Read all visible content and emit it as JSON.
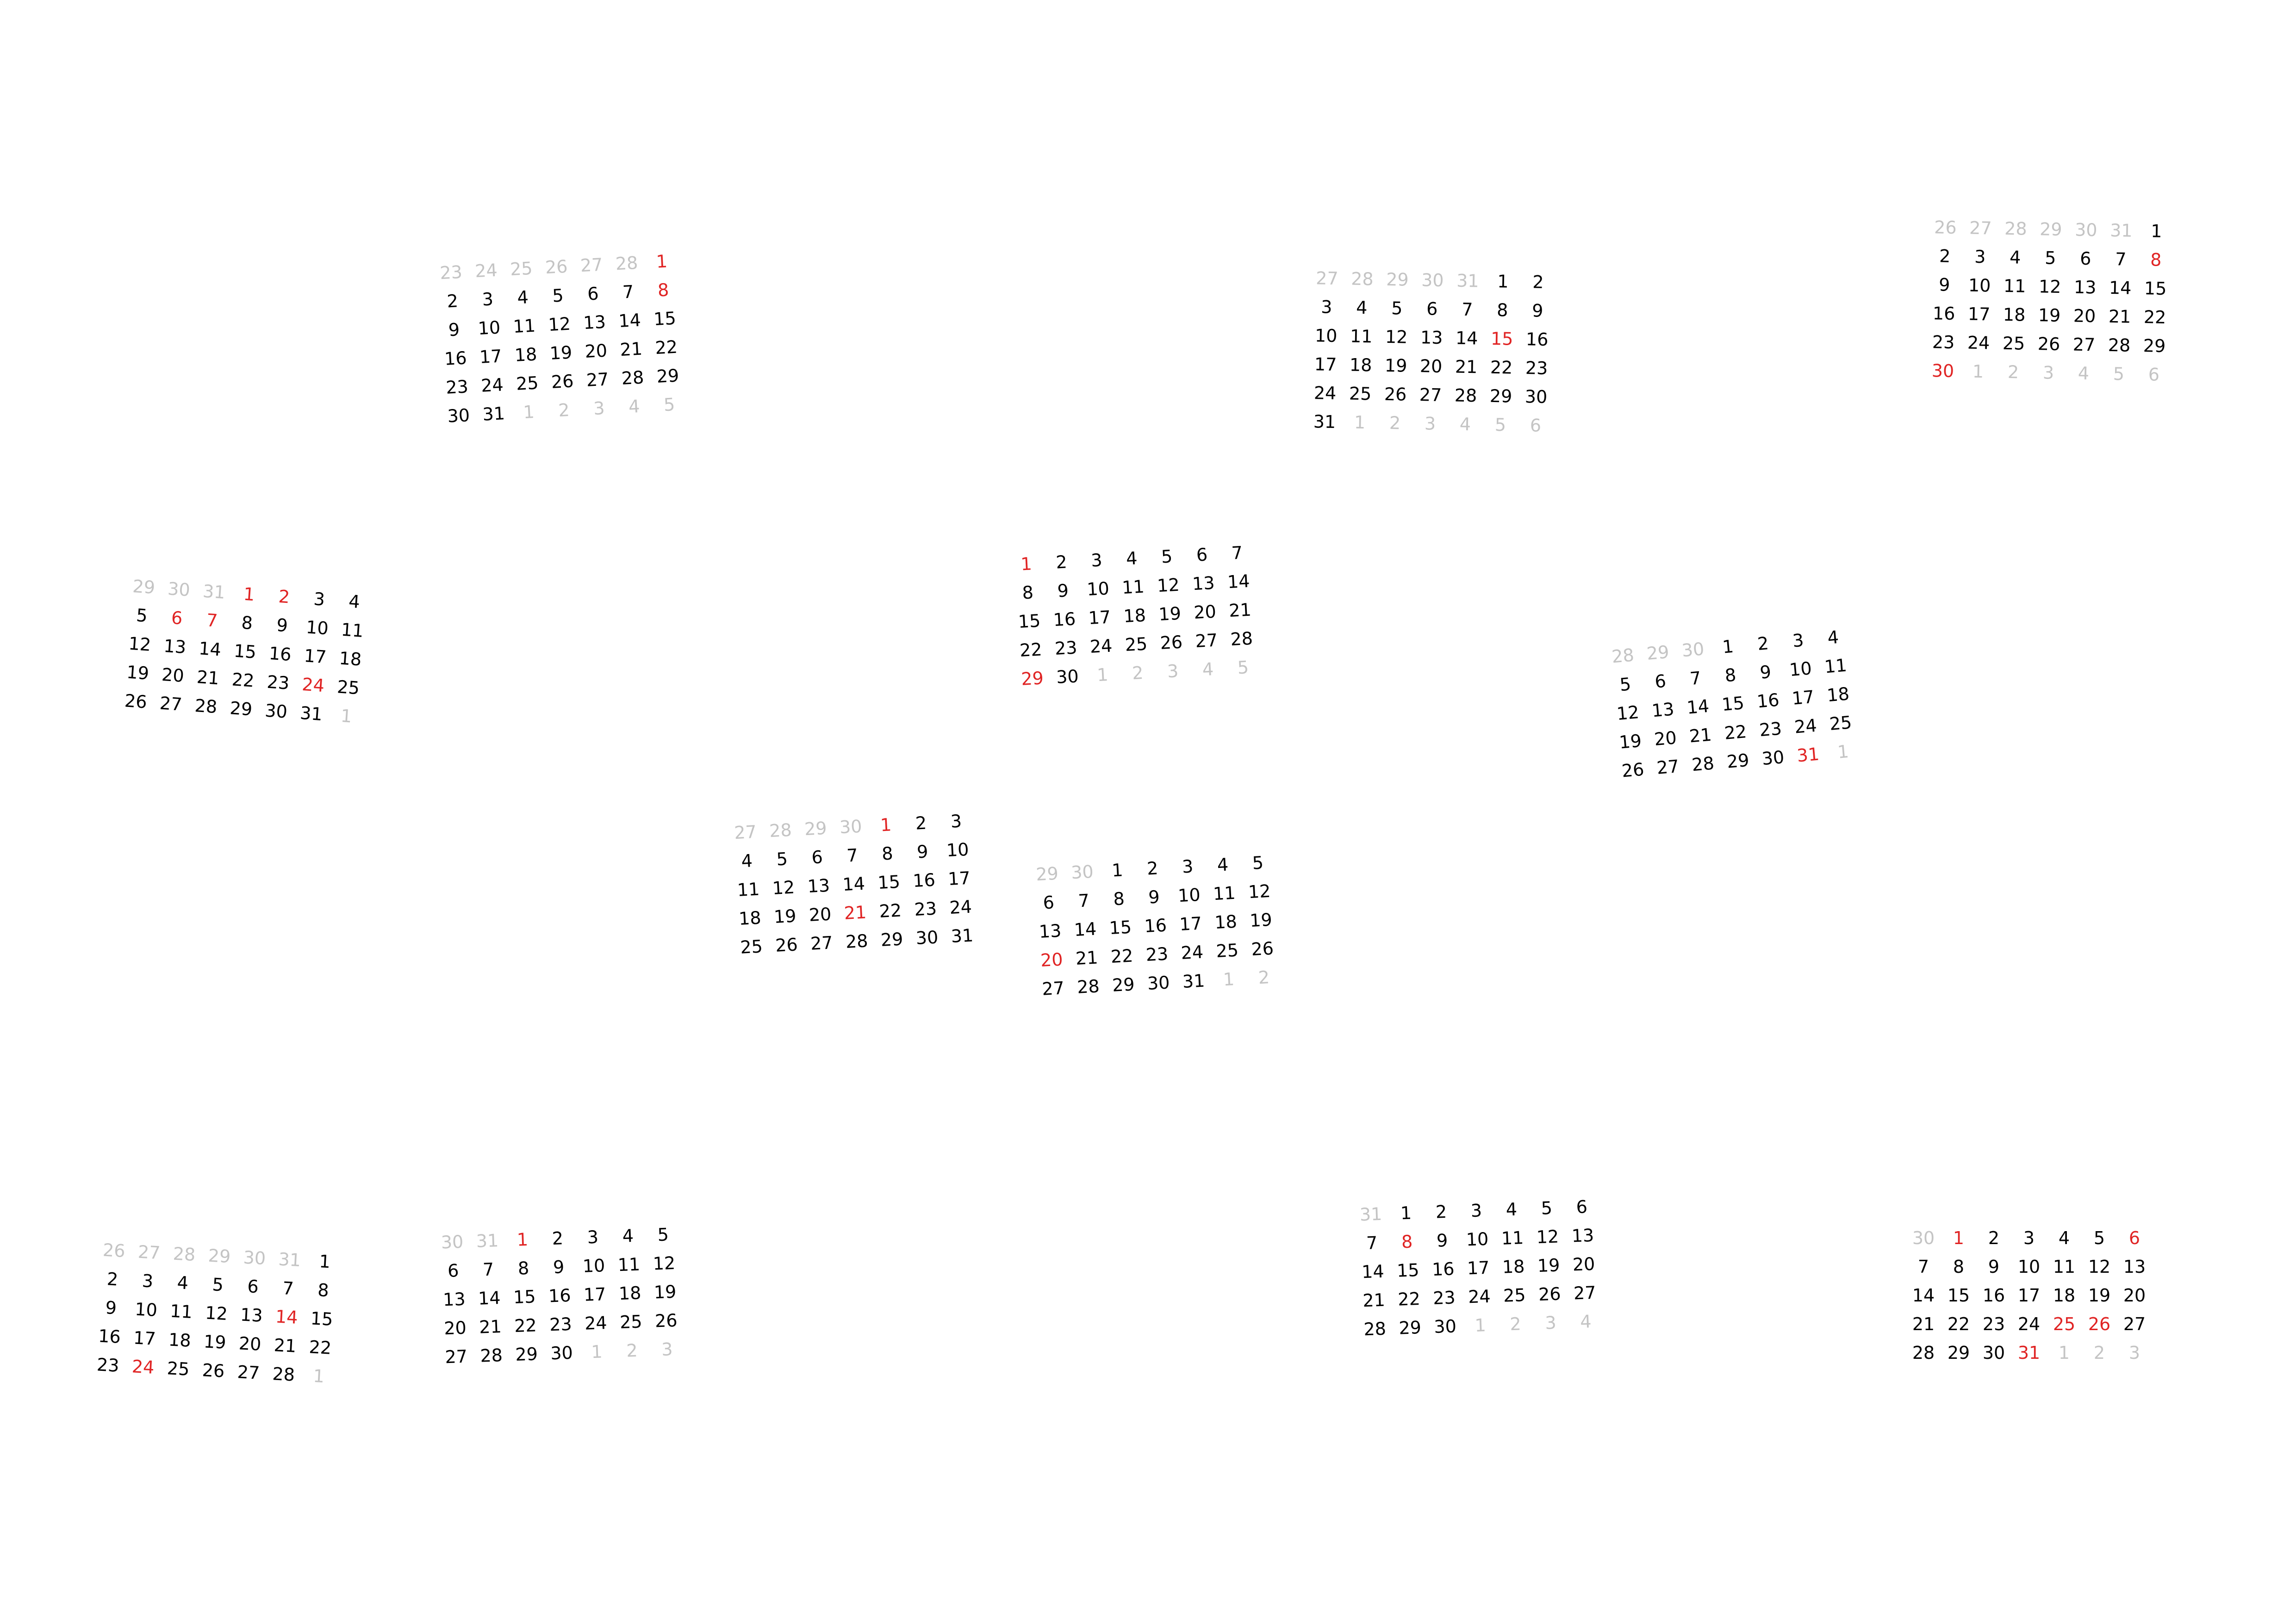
{
  "colors": {
    "normal": "#000000",
    "muted": "#c4c4c4",
    "holiday": "#e02424"
  },
  "months": [
    {
      "weeks": [
        [
          23,
          24,
          25,
          26,
          27,
          28,
          1
        ],
        [
          2,
          3,
          4,
          5,
          6,
          7,
          8
        ],
        [
          9,
          10,
          11,
          12,
          13,
          14,
          15
        ],
        [
          16,
          17,
          18,
          19,
          20,
          21,
          22
        ],
        [
          23,
          24,
          25,
          26,
          27,
          28,
          29
        ],
        [
          30,
          31,
          1,
          2,
          3,
          4,
          5
        ]
      ],
      "lead": 6,
      "trail": 5,
      "red": [
        1,
        8
      ]
    },
    {
      "weeks": [
        [
          27,
          28,
          29,
          30,
          31,
          1,
          2
        ],
        [
          3,
          4,
          5,
          6,
          7,
          8,
          9
        ],
        [
          10,
          11,
          12,
          13,
          14,
          15,
          16
        ],
        [
          17,
          18,
          19,
          20,
          21,
          22,
          23
        ],
        [
          24,
          25,
          26,
          27,
          28,
          29,
          30
        ],
        [
          31,
          1,
          2,
          3,
          4,
          5,
          6
        ]
      ],
      "lead": 5,
      "trail": 6,
      "red": [
        15
      ]
    },
    {
      "weeks": [
        [
          26,
          27,
          28,
          29,
          30,
          31,
          1
        ],
        [
          2,
          3,
          4,
          5,
          6,
          7,
          8
        ],
        [
          9,
          10,
          11,
          12,
          13,
          14,
          15
        ],
        [
          16,
          17,
          18,
          19,
          20,
          21,
          22
        ],
        [
          23,
          24,
          25,
          26,
          27,
          28,
          29
        ],
        [
          30,
          1,
          2,
          3,
          4,
          5,
          6
        ]
      ],
      "lead": 6,
      "trail": 6,
      "red": [
        8,
        30
      ]
    },
    {
      "weeks": [
        [
          29,
          30,
          31,
          1,
          2,
          3,
          4
        ],
        [
          5,
          6,
          7,
          8,
          9,
          10,
          11
        ],
        [
          12,
          13,
          14,
          15,
          16,
          17,
          18
        ],
        [
          19,
          20,
          21,
          22,
          23,
          24,
          25
        ],
        [
          26,
          27,
          28,
          29,
          30,
          31,
          1
        ]
      ],
      "lead": 3,
      "trail": 1,
      "red": [
        1,
        2,
        6,
        7,
        24
      ]
    },
    {
      "weeks": [
        [
          1,
          2,
          3,
          4,
          5,
          6,
          7
        ],
        [
          8,
          9,
          10,
          11,
          12,
          13,
          14
        ],
        [
          15,
          16,
          17,
          18,
          19,
          20,
          21
        ],
        [
          22,
          23,
          24,
          25,
          26,
          27,
          28
        ],
        [
          29,
          30,
          1,
          2,
          3,
          4,
          5
        ]
      ],
      "lead": 0,
      "trail": 5,
      "red": [
        1,
        29
      ]
    },
    {
      "weeks": [
        [
          28,
          29,
          30,
          1,
          2,
          3,
          4
        ],
        [
          5,
          6,
          7,
          8,
          9,
          10,
          11
        ],
        [
          12,
          13,
          14,
          15,
          16,
          17,
          18
        ],
        [
          19,
          20,
          21,
          22,
          23,
          24,
          25
        ],
        [
          26,
          27,
          28,
          29,
          30,
          31,
          1
        ]
      ],
      "lead": 3,
      "trail": 1,
      "red": [
        31
      ]
    },
    {
      "weeks": [
        [
          27,
          28,
          29,
          30,
          1,
          2,
          3
        ],
        [
          4,
          5,
          6,
          7,
          8,
          9,
          10
        ],
        [
          11,
          12,
          13,
          14,
          15,
          16,
          17
        ],
        [
          18,
          19,
          20,
          21,
          22,
          23,
          24
        ],
        [
          25,
          26,
          27,
          28,
          29,
          30,
          31
        ]
      ],
      "lead": 4,
      "trail": 0,
      "red": [
        1,
        21
      ]
    },
    {
      "weeks": [
        [
          29,
          30,
          1,
          2,
          3,
          4,
          5
        ],
        [
          6,
          7,
          8,
          9,
          10,
          11,
          12
        ],
        [
          13,
          14,
          15,
          16,
          17,
          18,
          19
        ],
        [
          20,
          21,
          22,
          23,
          24,
          25,
          26
        ],
        [
          27,
          28,
          29,
          30,
          31,
          1,
          2
        ]
      ],
      "lead": 2,
      "trail": 2,
      "red": [
        20
      ]
    },
    {
      "weeks": [
        [
          26,
          27,
          28,
          29,
          30,
          31,
          1
        ],
        [
          2,
          3,
          4,
          5,
          6,
          7,
          8
        ],
        [
          9,
          10,
          11,
          12,
          13,
          14,
          15
        ],
        [
          16,
          17,
          18,
          19,
          20,
          21,
          22
        ],
        [
          23,
          24,
          25,
          26,
          27,
          28,
          1
        ]
      ],
      "lead": 6,
      "trail": 1,
      "red": [
        14,
        24
      ]
    },
    {
      "weeks": [
        [
          30,
          31,
          1,
          2,
          3,
          4,
          5
        ],
        [
          6,
          7,
          8,
          9,
          10,
          11,
          12
        ],
        [
          13,
          14,
          15,
          16,
          17,
          18,
          19
        ],
        [
          20,
          21,
          22,
          23,
          24,
          25,
          26
        ],
        [
          27,
          28,
          29,
          30,
          1,
          2,
          3
        ]
      ],
      "lead": 2,
      "trail": 3,
      "red": [
        1
      ]
    },
    {
      "weeks": [
        [
          31,
          1,
          2,
          3,
          4,
          5,
          6
        ],
        [
          7,
          8,
          9,
          10,
          11,
          12,
          13
        ],
        [
          14,
          15,
          16,
          17,
          18,
          19,
          20
        ],
        [
          21,
          22,
          23,
          24,
          25,
          26,
          27
        ],
        [
          28,
          29,
          30,
          1,
          2,
          3,
          4
        ]
      ],
      "lead": 1,
      "trail": 4,
      "red": [
        8
      ]
    },
    {
      "weeks": [
        [
          30,
          1,
          2,
          3,
          4,
          5,
          6
        ],
        [
          7,
          8,
          9,
          10,
          11,
          12,
          13
        ],
        [
          14,
          15,
          16,
          17,
          18,
          19,
          20
        ],
        [
          21,
          22,
          23,
          24,
          25,
          26,
          27
        ],
        [
          28,
          29,
          30,
          31,
          1,
          2,
          3
        ]
      ],
      "lead": 1,
      "trail": 3,
      "red": [
        1,
        6,
        25,
        26,
        31
      ]
    }
  ]
}
